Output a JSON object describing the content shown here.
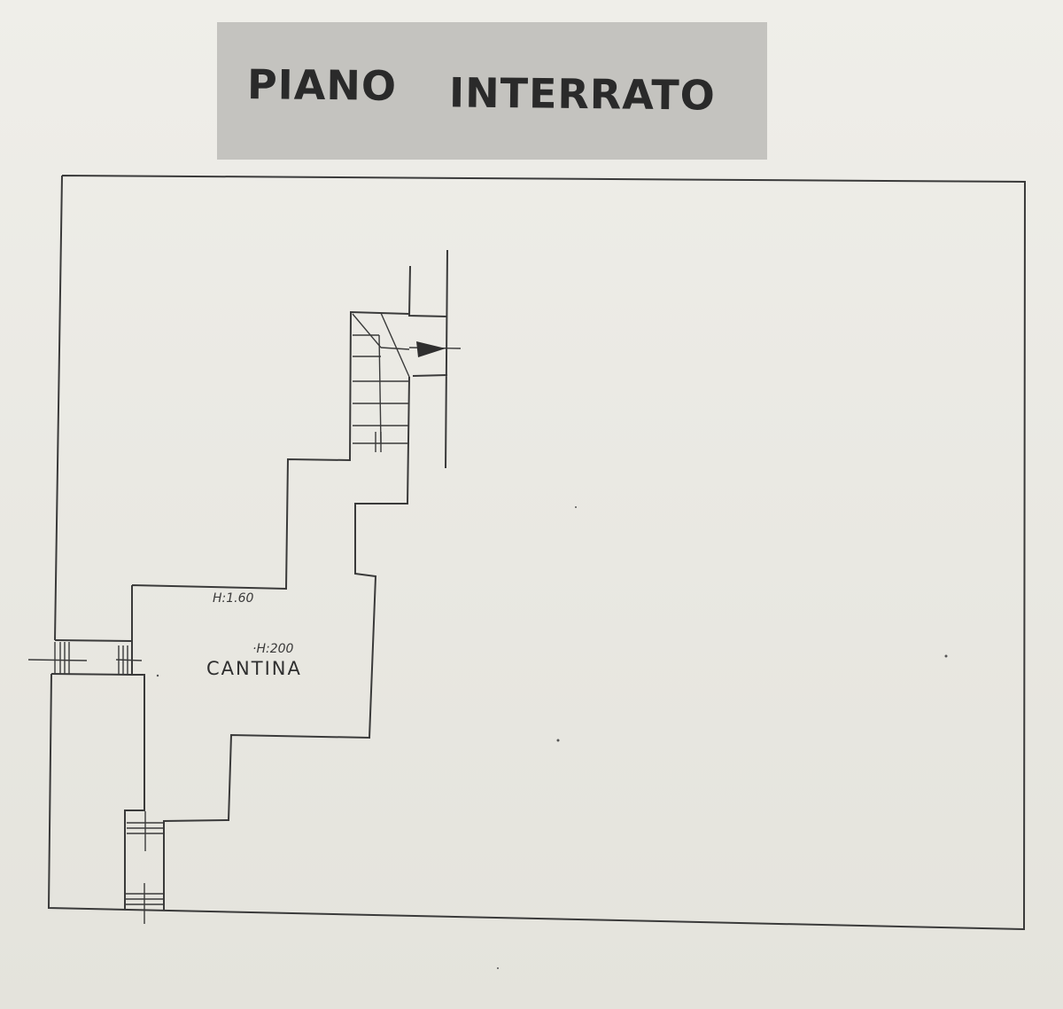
{
  "plan": {
    "title_word_1": "PIANO",
    "title_word_2": "INTERRATO",
    "room_name": "CANTINA",
    "height_label_1": "H:1.60",
    "height_label_2": "·H:200"
  },
  "colors": {
    "paper": "#ecebe6",
    "banner": "#c4c3bf",
    "ink": "#3a3a3a"
  }
}
